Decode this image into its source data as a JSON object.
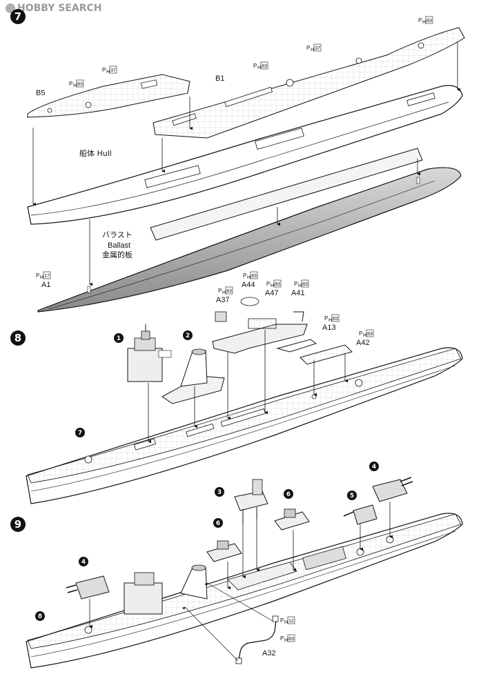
{
  "header": {
    "logo": "HOBBY SEARCH"
  },
  "steps": [
    {
      "number": "7",
      "parts": [
        {
          "code": "B1",
          "ph": "37",
          "ph_prefix": "P",
          "ph_sub": "H"
        },
        {
          "code": "B5",
          "ph": "83",
          "ph_prefix": "P",
          "ph_sub": "H"
        },
        {
          "code": "A1",
          "ph": "17",
          "ph_prefix": "P",
          "ph_sub": "H"
        }
      ],
      "extra_ph": [
        "83",
        "83",
        "37"
      ],
      "hull_label": "船体 Hull",
      "ballast_jp": "バラスト",
      "ballast_en": "Ballast",
      "ballast_jp2": "金属的板"
    },
    {
      "number": "8",
      "parts": [
        {
          "code": "A44",
          "ph": "83"
        },
        {
          "code": "A37",
          "ph": "83"
        },
        {
          "code": "A47",
          "ph": "83"
        },
        {
          "code": "A41",
          "ph": "83"
        },
        {
          "code": "A13",
          "ph": "83"
        },
        {
          "code": "A42",
          "ph": "83"
        }
      ],
      "subs": [
        "1",
        "2",
        "7"
      ]
    },
    {
      "number": "9",
      "subs": [
        "3",
        "6",
        "6",
        "4",
        "5",
        "4",
        "8"
      ],
      "parts": [
        {
          "code": "A32",
          "ph": "12"
        }
      ],
      "extra_ph": [
        "83"
      ]
    }
  ]
}
